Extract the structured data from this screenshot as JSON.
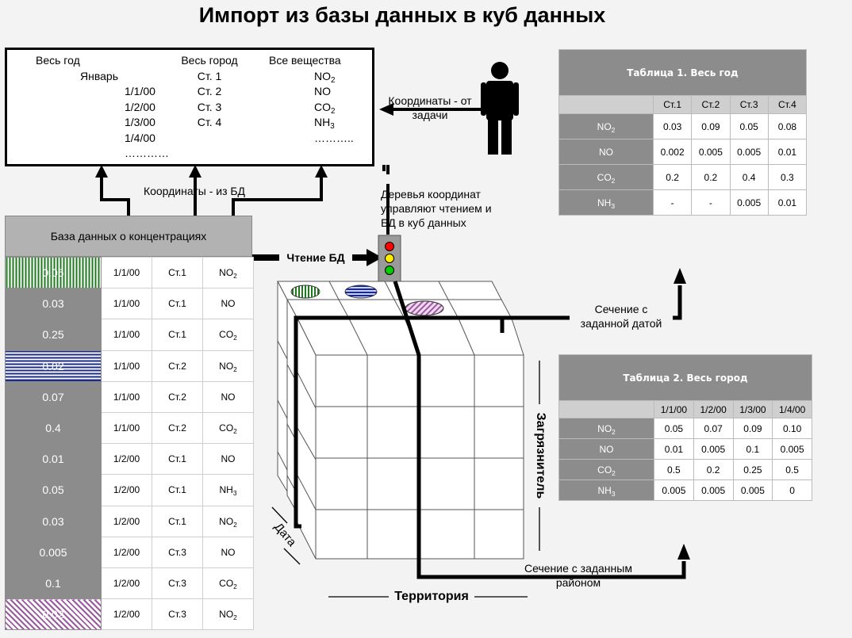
{
  "title": "Импорт из базы данных в куб данных",
  "coord_box": {
    "col1": [
      "Весь год",
      "Январь",
      "1/1/00",
      "1/2/00",
      "1/3/00",
      "1/4/00",
      "…………"
    ],
    "col2": [
      "Весь город",
      "Ст. 1",
      "Ст. 2",
      "Ст. 3",
      "Ст. 4"
    ],
    "col3": [
      {
        "base": "Все вещества",
        "sub": ""
      },
      {
        "base": "NO",
        "sub": "2"
      },
      {
        "base": "NO",
        "sub": ""
      },
      {
        "base": "CO",
        "sub": "2"
      },
      {
        "base": "NH",
        "sub": "3"
      },
      {
        "base": "………..",
        "sub": ""
      }
    ]
  },
  "labels": {
    "task_coords": "Координаты - от задачи",
    "db_coords": "Координаты - из БД",
    "trees": "Деревья координат управляют чтением и БД в куб данных",
    "read_db": "Чтение БД",
    "slice_date": "Сечение с заданной датой",
    "slice_region": "Сечение с заданным районом",
    "axis_date": "Дата",
    "axis_territory": "Территория",
    "axis_pollutant": "Загрязнитель"
  },
  "database": {
    "header": "База данных о концентрациях",
    "rows": [
      {
        "value": "0.05",
        "date": "1/1/00",
        "station": "Ст.1",
        "sub_base": "NO",
        "sub_idx": "2",
        "pattern": "green"
      },
      {
        "value": "0.03",
        "date": "1/1/00",
        "station": "Ст.1",
        "sub_base": "NO",
        "sub_idx": "",
        "pattern": ""
      },
      {
        "value": "0.25",
        "date": "1/1/00",
        "station": "Ст.1",
        "sub_base": "CO",
        "sub_idx": "2",
        "pattern": ""
      },
      {
        "value": "0.02",
        "date": "1/1/00",
        "station": "Ст.2",
        "sub_base": "NO",
        "sub_idx": "2",
        "pattern": "blue"
      },
      {
        "value": "0.07",
        "date": "1/1/00",
        "station": "Ст.2",
        "sub_base": "NO",
        "sub_idx": "",
        "pattern": ""
      },
      {
        "value": "0.4",
        "date": "1/1/00",
        "station": "Ст.2",
        "sub_base": "CO",
        "sub_idx": "2",
        "pattern": ""
      },
      {
        "value": "0.01",
        "date": "1/2/00",
        "station": "Ст.1",
        "sub_base": "NO",
        "sub_idx": "",
        "pattern": ""
      },
      {
        "value": "0.05",
        "date": "1/2/00",
        "station": "Ст.1",
        "sub_base": "NH",
        "sub_idx": "3",
        "pattern": ""
      },
      {
        "value": "0.03",
        "date": "1/2/00",
        "station": "Ст.1",
        "sub_base": "NO",
        "sub_idx": "2",
        "pattern": ""
      },
      {
        "value": "0.005",
        "date": "1/2/00",
        "station": "Ст.3",
        "sub_base": "NO",
        "sub_idx": "",
        "pattern": ""
      },
      {
        "value": "0.1",
        "date": "1/2/00",
        "station": "Ст.3",
        "sub_base": "CO",
        "sub_idx": "2",
        "pattern": ""
      },
      {
        "value": "0.02",
        "date": "1/2/00",
        "station": "Ст.3",
        "sub_base": "NO",
        "sub_idx": "2",
        "pattern": "purple"
      }
    ]
  },
  "table1": {
    "title": "Таблица 1. Весь год",
    "cols": [
      "Ст.1",
      "Ст.2",
      "Ст.3",
      "Ст.4"
    ],
    "rows": [
      {
        "base": "NO",
        "sub": "2",
        "values": [
          "0.03",
          "0.09",
          "0.05",
          "0.08"
        ]
      },
      {
        "base": "NO",
        "sub": "",
        "values": [
          "0.002",
          "0.005",
          "0.005",
          "0.01"
        ]
      },
      {
        "base": "CO",
        "sub": "2",
        "values": [
          "0.2",
          "0.2",
          "0.4",
          "0.3"
        ]
      },
      {
        "base": "NH",
        "sub": "3",
        "values": [
          "-",
          "-",
          "0.005",
          "0.01"
        ]
      }
    ]
  },
  "table2": {
    "title": "Таблица 2. Весь город",
    "cols": [
      "1/1/00",
      "1/2/00",
      "1/3/00",
      "1/4/00"
    ],
    "rows": [
      {
        "base": "NO",
        "sub": "2",
        "values": [
          "0.05",
          "0.07",
          "0.09",
          "0.10"
        ]
      },
      {
        "base": "NO",
        "sub": "",
        "values": [
          "0.01",
          "0.005",
          "0.1",
          "0.005"
        ]
      },
      {
        "base": "CO",
        "sub": "2",
        "values": [
          "0.5",
          "0.2",
          "0.25",
          "0.5"
        ]
      },
      {
        "base": "NH",
        "sub": "3",
        "values": [
          "0.005",
          "0.005",
          "0.005",
          "0"
        ]
      }
    ]
  },
  "colors": {
    "traffic_red": "#ff0000",
    "traffic_yellow": "#ffee00",
    "traffic_green": "#00cc00",
    "header_gray": "#8c8c8c"
  }
}
